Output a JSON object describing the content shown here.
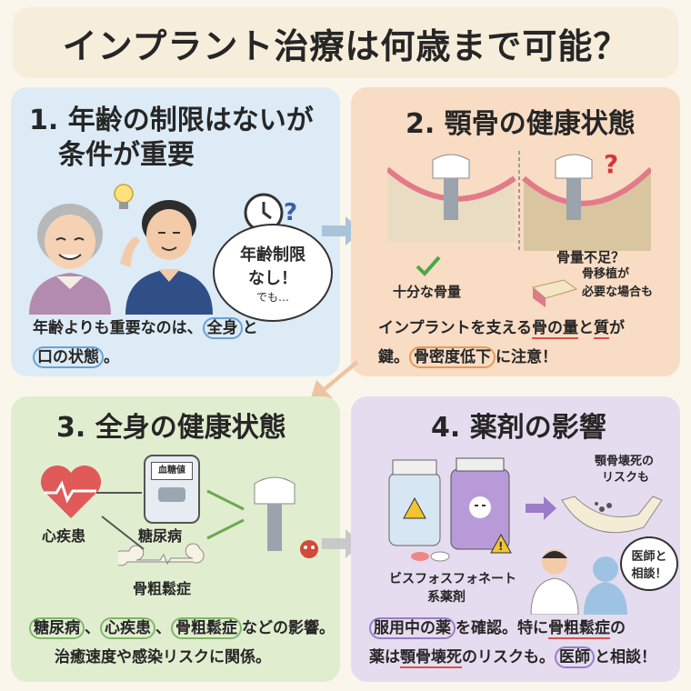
{
  "title": "インプラント治療は何歳まで可能？",
  "panels": {
    "p1": {
      "title_line1": "1. 年齢の制限はないが",
      "title_line2": "条件が重要",
      "bubble_line1": "年齢制限",
      "bubble_line2": "なし！",
      "bubble_line3": "でも…",
      "caption_a": "年齢よりも重要なのは、",
      "caption_hl1": "全身",
      "caption_b": "と",
      "caption_hl2": "口の状態",
      "caption_c": "。"
    },
    "p2": {
      "title": "2. 顎骨の健康状態",
      "label_enough": "十分な骨量",
      "label_lack": "骨量不足？",
      "label_graft1": "骨移植が",
      "label_graft2": "必要な場合も",
      "caption_a": "インプラントを支える",
      "caption_u1": "骨の量",
      "caption_b": "と",
      "caption_u2": "質",
      "caption_c": "が",
      "caption_d": "鍵。",
      "caption_hl": "骨密度低下",
      "caption_e": "に注意！"
    },
    "p3": {
      "title": "3. 全身の健康状態",
      "label_heart": "心疾患",
      "meter_label": "血糖値",
      "label_diabetes": "糖尿病",
      "label_osteo": "骨粗鬆症",
      "caption_hl1": "糖尿病",
      "caption_s1": "、",
      "caption_hl2": "心疾患",
      "caption_s2": "、",
      "caption_hl3": "骨粗鬆症",
      "caption_a": "などの影響。",
      "caption_line2": "治癒速度や感染リスクに関係。"
    },
    "p4": {
      "title": "4. 薬剤の影響",
      "label_bone1": "顎骨壊死の",
      "label_bone2": "リスクも",
      "label_drug1": "ビスフォスフォネート",
      "label_drug2": "系薬剤",
      "bubble_line1": "医師と",
      "bubble_line2": "相談！",
      "caption_hl1": "服用中の薬",
      "caption_a": "を確認。特に",
      "caption_u1": "骨粗鬆症",
      "caption_b": "の",
      "caption_c": "薬は",
      "caption_u2": "顎骨壊死",
      "caption_d": "のリスクも。",
      "caption_hl2": "医師",
      "caption_e": "と相談！"
    }
  },
  "colors": {
    "panel1": "#dcebf5",
    "panel2": "#f8dcc4",
    "panel3": "#e1edcf",
    "panel4": "#e6dcef"
  }
}
